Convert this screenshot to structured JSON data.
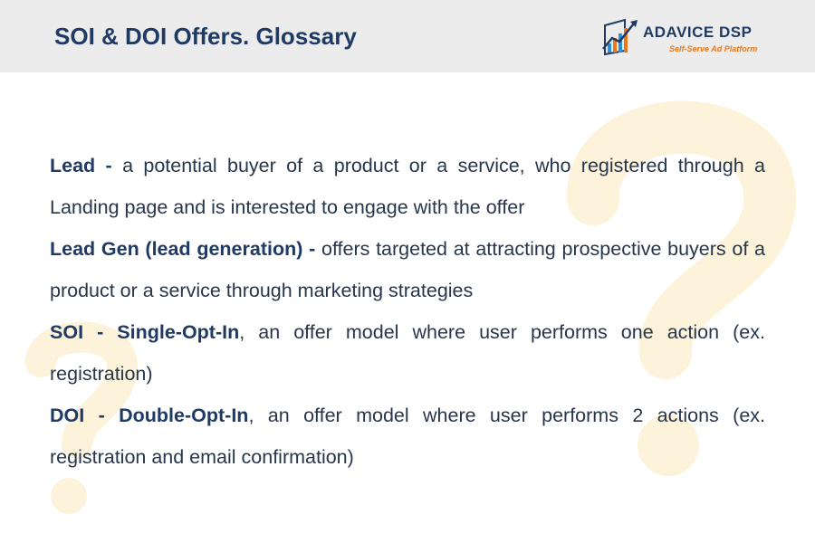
{
  "header": {
    "title": "SOI & DOI Offers. Glossary",
    "logo": {
      "name": "ADAVICE DSP",
      "tagline": "Self-Serve Ad Platform",
      "icon": "bar-chart-arrow-icon"
    }
  },
  "glossary": {
    "entries": [
      {
        "term": "Lead -",
        "definition": "a potential buyer of a product or a service, who registered through a Landing page and is interested to engage with the offer"
      },
      {
        "term": "Lead Gen (lead generation) -",
        "definition": "offers targeted at attracting prospective buyers of a product or a service through marketing strategies"
      },
      {
        "term": "SOI - Single-Opt-In",
        "definition": ", an offer model where user performs one action (ex. registration)"
      },
      {
        "term": "DOI - Double-Opt-In",
        "definition": ", an offer model where user performs 2 actions (ex. registration and email confirmation)"
      }
    ]
  },
  "decoration": {
    "watermark_icon": "question-mark-icon"
  },
  "colors": {
    "header_bg": "#ececec",
    "title": "#1f3a64",
    "body_text": "#26364d",
    "accent_orange": "#e8781c",
    "watermark": "#fdf3da"
  }
}
